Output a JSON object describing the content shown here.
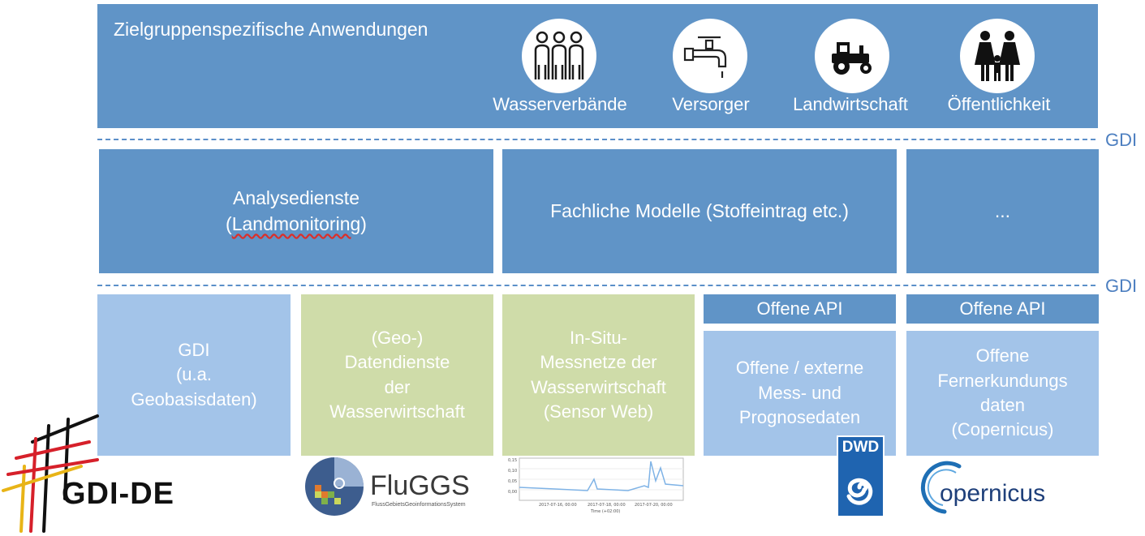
{
  "top_panel": {
    "title": "Zielgruppenspezifische Anwendungen",
    "groups": [
      {
        "label": "Wasserverbände",
        "icon": "people-icon"
      },
      {
        "label": "Versorger",
        "icon": "water-tap-icon"
      },
      {
        "label": "Landwirtschaft",
        "icon": "tractor-icon"
      },
      {
        "label": "Öffentlichkeit",
        "icon": "family-icon"
      }
    ]
  },
  "separator_label_1": "GDI",
  "separator_label_2": "GDI",
  "middle_row": {
    "analysis_line1": "Analysedienste",
    "analysis_line2_open": "(",
    "analysis_line2_word": "Landmonitoring",
    "analysis_line2_close": ")",
    "models": "Fachliche Modelle (Stoffeintrag etc.)",
    "more": "..."
  },
  "bottom_row": {
    "gdi_box": [
      "GDI",
      "(u.a.",
      "Geobasisdaten)"
    ],
    "geo_box": [
      "(Geo-)",
      "Datendienste",
      "der",
      "Wasserwirtschaft"
    ],
    "insitu_box": [
      "In-Situ-",
      "Messnetze der",
      "Wasserwirtschaft",
      "(Sensor Web)"
    ],
    "api_label_1": "Offene API",
    "api_label_2": "Offene API",
    "external_box": [
      "Offene / externe",
      "Mess- und",
      "Prognosedaten"
    ],
    "remote_box": [
      "Offene",
      "Fernerkundungs",
      "daten",
      "(Copernicus)"
    ]
  },
  "logos": {
    "gdi_de": "GDI-DE",
    "fluggs": "FluGGS",
    "fluggs_sub": "FlussGebietsGeoinformationsSystem",
    "dwd": "DWD",
    "copernicus": "opernicus"
  },
  "colors": {
    "dark_blue": "#6094c7",
    "light_blue": "#a3c4e9",
    "green": "#cfdca9",
    "gdi_label": "#4d7fc0"
  }
}
